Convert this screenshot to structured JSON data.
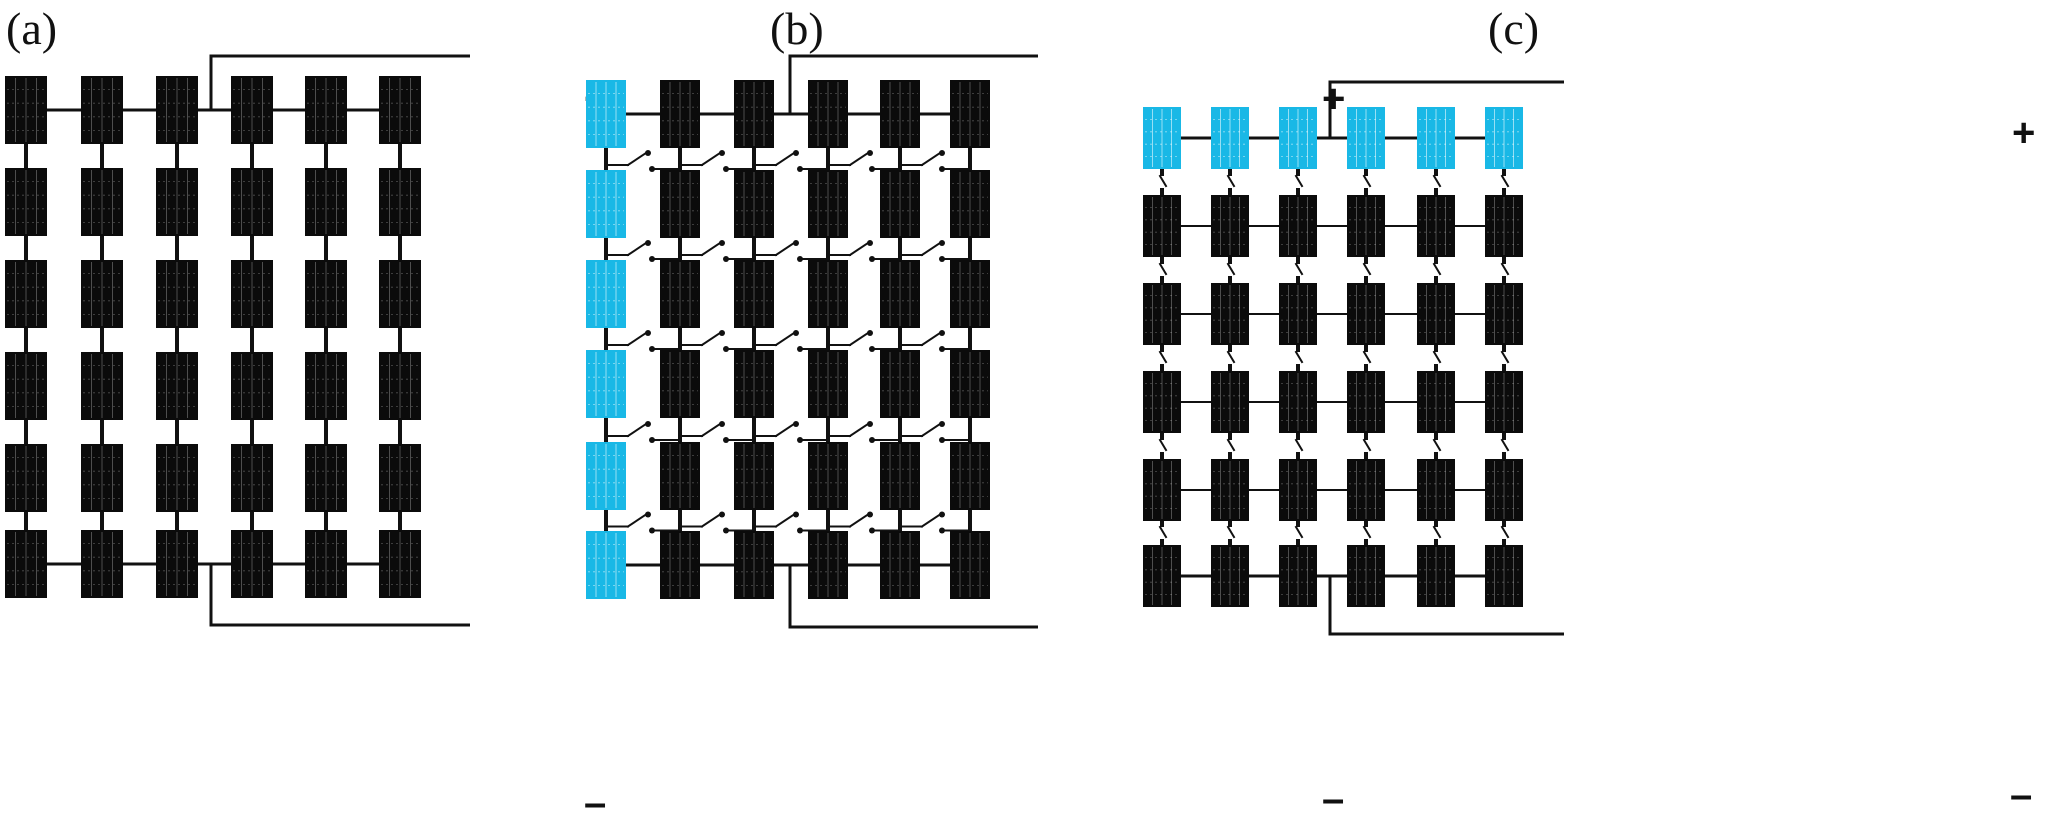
{
  "colors": {
    "module": "#0b0b0b",
    "module_shaded": "#19b8e6",
    "wire": "#111111",
    "background": "#ffffff"
  },
  "panels": [
    {
      "id": "a",
      "label": "(a)",
      "topology": "series-parallel",
      "rows": 6,
      "cols": 6,
      "shaded_column": null,
      "shaded_row": null,
      "plus_label": "+",
      "minus_label": "–"
    },
    {
      "id": "b",
      "label": "(b)",
      "topology": "switchable-total-cross-tied",
      "rows": 6,
      "cols": 6,
      "shaded_column": 0,
      "shaded_row": null,
      "plus_label": "+",
      "minus_label": "–"
    },
    {
      "id": "c",
      "label": "(c)",
      "topology": "switchable-bridge-linked",
      "rows": 6,
      "cols": 6,
      "shaded_column": null,
      "shaded_row": 0,
      "plus_label": "+",
      "minus_label": "–"
    }
  ]
}
